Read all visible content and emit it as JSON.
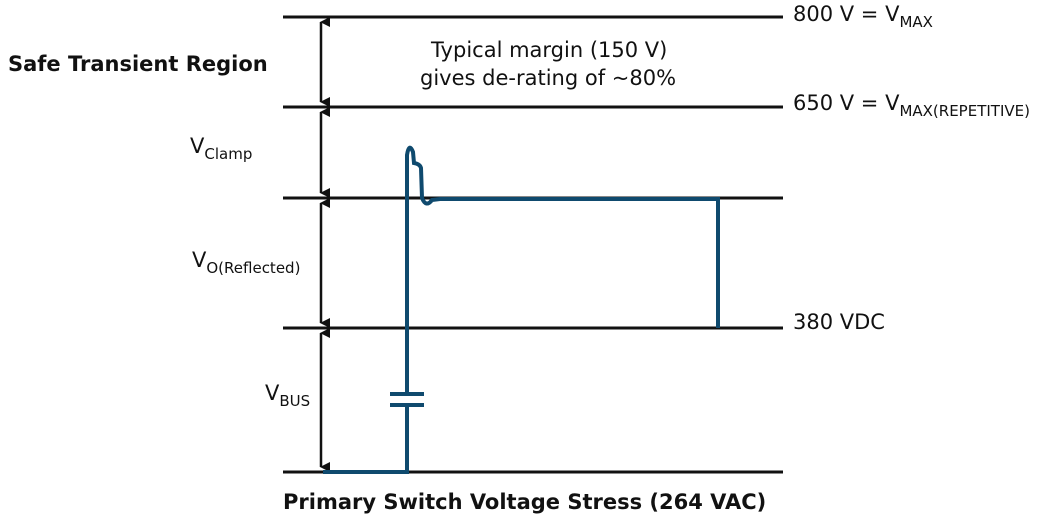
{
  "title": "Primary Switch Voltage Stress (264 VAC)",
  "region_label": "Safe Transient Region",
  "margin_note": [
    "Typical margin (150 V)",
    "gives de-rating of ~80%"
  ],
  "levels": {
    "vmax": {
      "value": "800 V = V",
      "sub": "MAX"
    },
    "vmax_rep": {
      "value": "650 V = V",
      "sub": "MAX(REPETITIVE)"
    },
    "vdc": {
      "value": "380 VDC"
    }
  },
  "spans": {
    "clamp": {
      "main": "V",
      "sub": "Clamp"
    },
    "reflected": {
      "main": "V",
      "sub": "O(Reflected)"
    },
    "bus": {
      "main": "V",
      "sub": "BUS"
    }
  },
  "colors": {
    "waveform": "#0f4a6e",
    "lines": "#111111"
  }
}
